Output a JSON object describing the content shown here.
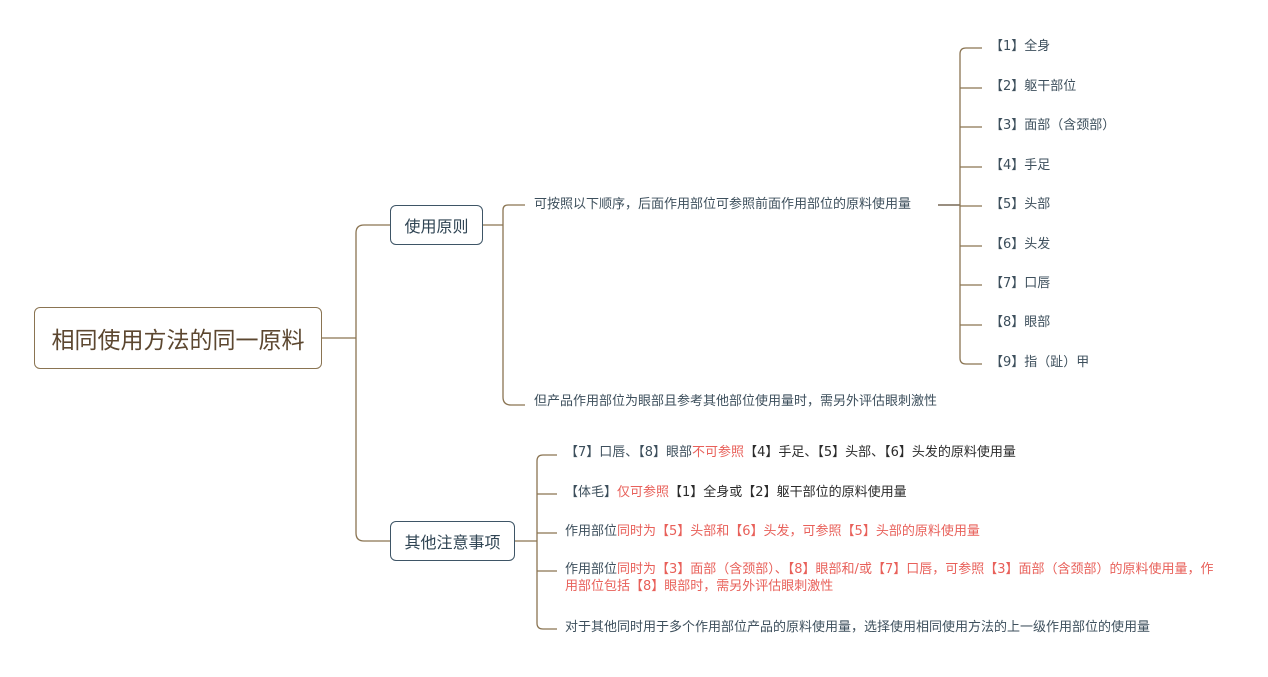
{
  "root": {
    "title": "相同使用方法的同一原料"
  },
  "branches": {
    "principles": {
      "label": "使用原则",
      "sequence_note": "可按照以下顺序，后面作用部位可参照前面作用部位的原料使用量",
      "order": [
        "【1】全身",
        "【2】躯干部位",
        "【3】面部（含颈部）",
        "【4】手足",
        "【5】头部",
        "【6】头发",
        "【7】口唇",
        "【8】眼部",
        "【9】指（趾）甲"
      ],
      "eye_note": "但产品作用部位为眼部且参考其他部位使用量时，需另外评估眼刺激性"
    },
    "notes": {
      "label": "其他注意事项",
      "items": [
        {
          "a": "【7】口唇、【8】眼部",
          "b": "不可参照",
          "c": "【4】手足、【5】头部、【6】头发的原料使用量"
        },
        {
          "a": "【体毛】",
          "b": "仅可参照",
          "c": "【1】全身或【2】躯干部位的原料使用量"
        },
        {
          "a": "作用部位",
          "b": "同时为【5】头部和【6】头发，可参照【5】头部的原料使用量"
        },
        {
          "a": "作用部位",
          "b": "同时为【3】面部（含颈部）、【8】眼部和/或【7】口唇，可参照【3】面部（含颈部）的原料使用量，作用部位包括【8】眼部时，需另外评估眼刺激性"
        },
        {
          "a": "对于其他同时用于多个作用部位产品的原料使用量，选择使用相同使用方法的上一级作用部位的使用量"
        }
      ]
    }
  },
  "colors": {
    "root_border": "#8a7452",
    "branch_border": "#3e5566",
    "highlight": "#e8605a"
  }
}
